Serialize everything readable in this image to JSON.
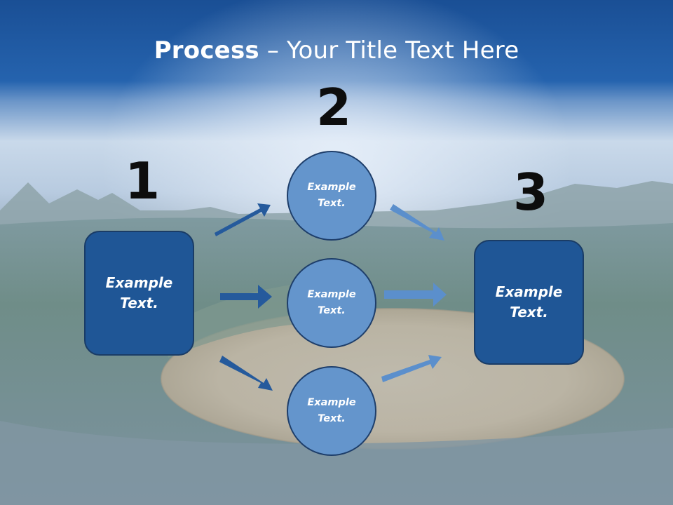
{
  "title": {
    "bold": "Process",
    "rest": " – Your Title Text Here"
  },
  "steps": {
    "one": {
      "number": "1",
      "label_line1": "Example",
      "label_line2": "Text."
    },
    "two": {
      "number": "2"
    },
    "three": {
      "number": "3",
      "label_line1": "Example",
      "label_line2": "Text."
    }
  },
  "circles": [
    {
      "line1": "Example",
      "line2": "Text."
    },
    {
      "line1": "Example",
      "line2": "Text."
    },
    {
      "line1": "Example",
      "line2": "Text."
    }
  ],
  "colors": {
    "box_fill": "#1f5696",
    "circle_fill": "#6495cc",
    "arrow_dark": "#255a9c",
    "arrow_light": "#5b8fcc",
    "header_blue": "#1f5aa0"
  }
}
